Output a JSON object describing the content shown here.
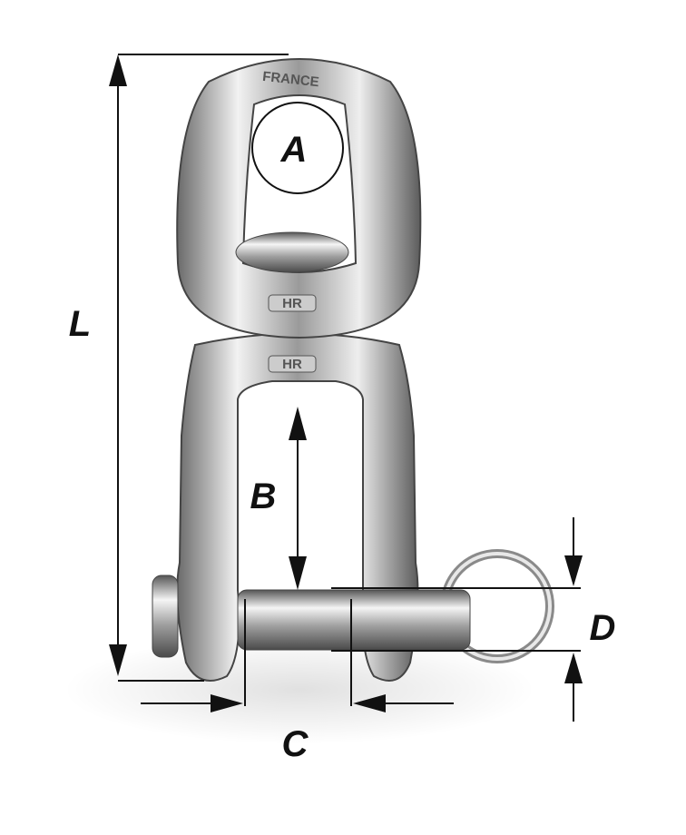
{
  "diagram": {
    "title_hidden": "",
    "stamp_text": "FRANCE",
    "logo_text": "HR",
    "dimensions": {
      "A": "A",
      "B": "B",
      "C": "C",
      "D": "D",
      "L": "L"
    },
    "colors": {
      "metal_light": "#f4f4f4",
      "metal_mid": "#b8b8b8",
      "metal_dark": "#5a5a5a",
      "lines": "#111111"
    }
  }
}
